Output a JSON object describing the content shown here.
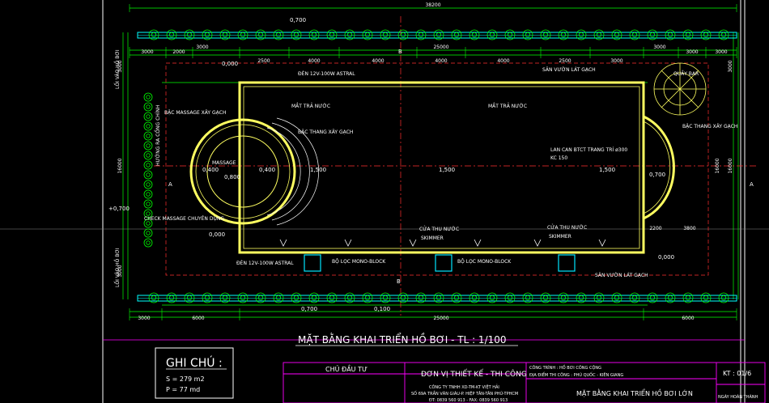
{
  "colors": {
    "background": "#000000",
    "pool_edge": "#ffff60",
    "dimension": "#00ff00",
    "axis": "#ff3030",
    "wall": "#00ffff",
    "frame": "#ffffff",
    "titleblock": "#ff00ff",
    "tree": "#00ff00",
    "equipment": "#00e5ff"
  },
  "dimensions": {
    "total_top": "38200",
    "top_row": [
      "3000",
      "2000",
      "2500",
      "4000",
      "4000",
      "4000",
      "4000",
      "2500",
      "3000",
      "3000",
      "3000"
    ],
    "inner_top": [
      "3000",
      "25000",
      "3000"
    ],
    "bottom_row": [
      "3000",
      "6000",
      "25000",
      "6000"
    ],
    "left_side": [
      "3000",
      "16000",
      "3000"
    ],
    "right_side": [
      "3000",
      "16000"
    ],
    "pool_width": "25000",
    "pool_height": "16000",
    "right_small": [
      "2200",
      "3800"
    ]
  },
  "levels": {
    "top": "0,700",
    "top_deck": "0,000",
    "left_deck": "+0,700",
    "massage_1": "0,400",
    "massage_2": "0,800",
    "massage_3": "0,400",
    "pool_1": "1,500",
    "pool_2": "1,500",
    "pool_3": "1,500",
    "right_deck": "0,700",
    "bottom_left": "0,000",
    "bottom_right": "0,000",
    "bottom_1": "0,700",
    "bottom_2": "0,100"
  },
  "axes": {
    "top": "B",
    "bottom": "B",
    "left": "A",
    "right": "A"
  },
  "labels": {
    "den_top": "ĐÈN 12V-100W ASTRAL",
    "san_vuon_top": "SÂN VƯỜN LÁT GẠCH",
    "mat_tra_nuoc_1": "MẮT TRẢ NƯỚC",
    "mat_tra_nuoc_2": "MẮT TRẢ NƯỚC",
    "bac_massage": "BẬC MASSAGE XÂY GẠCH",
    "bac_thang_left": "BẬC THANG XÂY GẠCH",
    "massage": "MASSAGE",
    "check_massage": "CHECK MASSAGE CHUYÊN DỤNG",
    "lan_can": "LAN CAN BTCT TRANG TRÍ ø300",
    "kc": "KC 150",
    "bac_thang_right": "BẬC THANG XÂY GẠCH",
    "quay_bar": "QUẦY BAR",
    "cua_thu_nuoc_1": "CỬA THU NƯỚC",
    "skimmer_1": "SKIMMER",
    "cua_thu_nuoc_2": "CỬA THU NƯỚC",
    "skimmer_2": "SKIMMER",
    "den_bottom": "ĐÈN 12V-100W ASTRAL",
    "bo_loc_1": "BỘ LỌC MONO-BLOCK",
    "bo_loc_2": "BỘ LỌC MONO-BLOCK",
    "san_vuon_bottom": "SÂN VƯỜN LÁT GẠCH",
    "loi_vao_1": "LỐI VÀO HỒ BƠI",
    "loi_vao_2": "LỐI VÀO HỒ BƠI",
    "huong_ra": "HƯỚNG RA CỔNG CHÍNH"
  },
  "title": "MẶT BẰNG KHAI TRIỂN HỒ BƠI - TL : 1/100",
  "notes": {
    "heading": "GHI CHÚ :",
    "area": "S = 279 m2",
    "perimeter": "P = 77 md"
  },
  "titleblock": {
    "investor": "CHỦ ĐẦU TƯ",
    "designer": "ĐƠN VỊ THIẾT KẾ - THI CÔNG",
    "company": "CÔNG TY TNHH XD-TM-KT VIỆT HẢI",
    "address": "SỐ 69A TRẦN VĂN GIÀU-P. HIỆP TÂN-TÂN PHÚ-TPHCM",
    "phone": "ĐT: 0839 560 913 - FAX: 0839 560 913",
    "project": "CÔNG TRÌNH : HỒ BƠI CÔNG CỘNG",
    "location": "ĐỊA ĐIỂM THI CÔNG : PHÚ QUỐC - KIÊN GIANG",
    "drawing": "MẶT BẰNG KHAI TRIỂN HỒ BƠI LỚN",
    "sheet": "KT : 01/6",
    "date_label": "NGÀY HOÀN THÀNH"
  }
}
